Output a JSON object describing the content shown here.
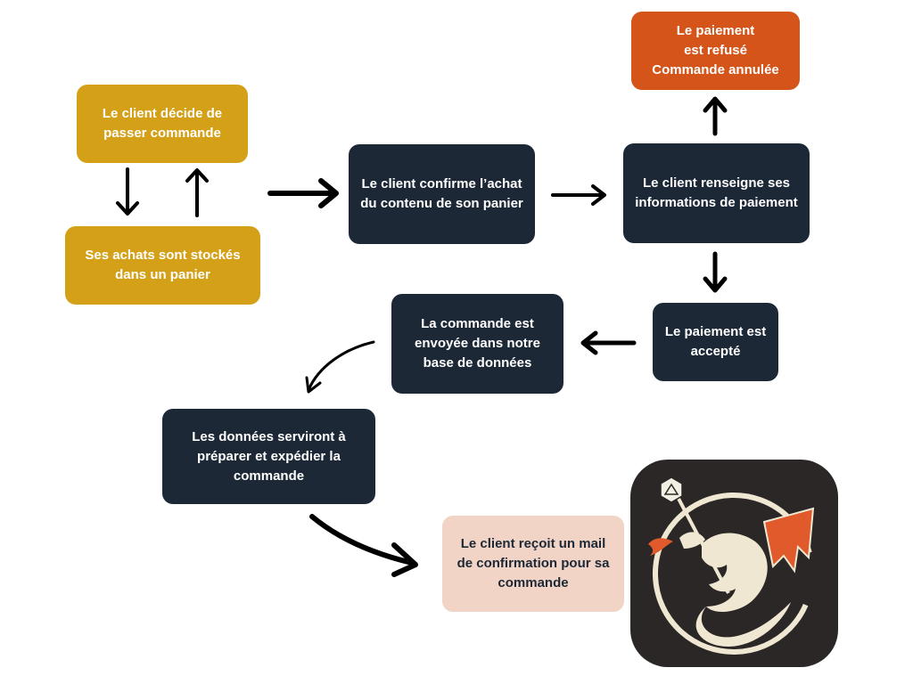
{
  "diagram": {
    "steps": {
      "decide": "Le client décide de\npasser commande",
      "cart": "Ses achats sont stockés\ndans un panier",
      "confirm": "Le client confirme l’achat\ndu contenu de son panier",
      "payment_info": "Le client renseigne ses\ninformations de paiement",
      "refused": "Le paiement\nest refusé\nCommande annulée",
      "accepted": "Le paiement est\naccepté",
      "database": "La commande est\nenvoyée dans notre\nbase de données",
      "prepare": "Les données serviront à\npréparer et expédier la\ncommande",
      "mail": "Le client reçoit un mail\nde confirmation pour sa\ncommande"
    },
    "colors": {
      "yellow": "#d4a017",
      "navy": "#1c2836",
      "orange": "#d4541a",
      "peach": "#f1d4c6"
    },
    "logo_icon": "dragon-d20-logo-icon"
  }
}
